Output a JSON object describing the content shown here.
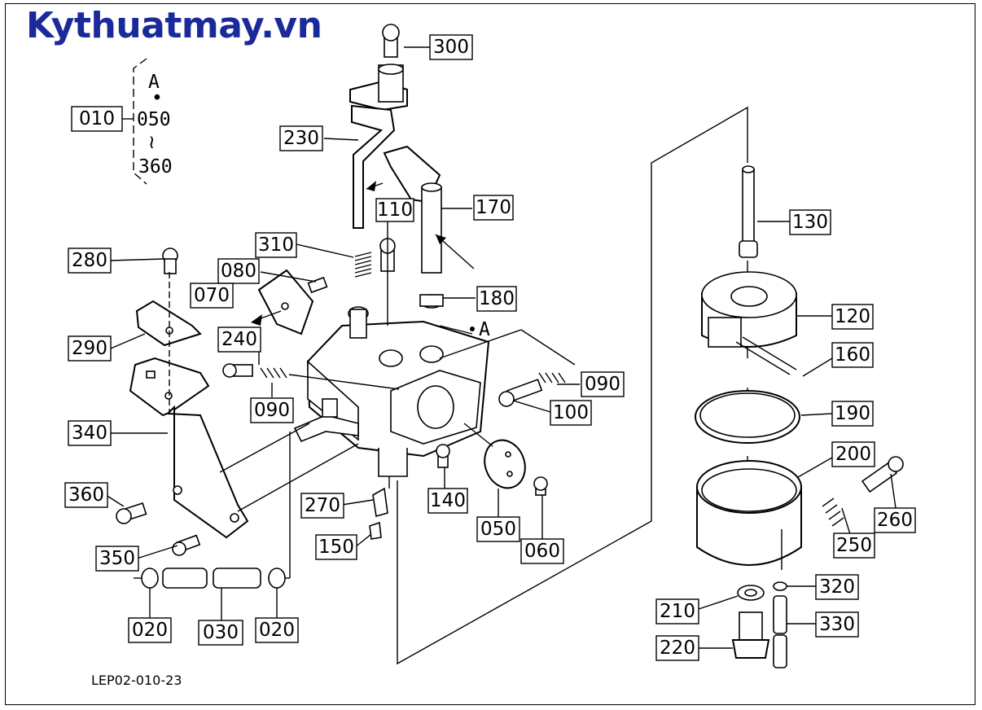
{
  "logo": "Kythuatmay.vn",
  "drawing_id": "LEP02-010-23",
  "ref_marker": "A",
  "range_note": {
    "top": "A",
    "dot": "•",
    "mid": "050",
    "tilde": "≀",
    "bottom": "360",
    "group": "010"
  },
  "parts": {
    "p300": "300",
    "p230": "230",
    "p110": "110",
    "p170": "170",
    "p310": "310",
    "p080": "080",
    "p070": "070",
    "p180": "180",
    "p240": "240",
    "p090a": "090",
    "p090b": "090",
    "p100": "100",
    "p280": "280",
    "p290": "290",
    "p340": "340",
    "p360": "360",
    "p350": "350",
    "p020a": "020",
    "p030": "030",
    "p020b": "020",
    "p270": "270",
    "p150": "150",
    "p140": "140",
    "p050": "050",
    "p060": "060",
    "p130": "130",
    "p120": "120",
    "p160": "160",
    "p190": "190",
    "p200": "200",
    "p260": "260",
    "p250": "250",
    "p320": "320",
    "p210": "210",
    "p330": "330",
    "p220": "220"
  }
}
